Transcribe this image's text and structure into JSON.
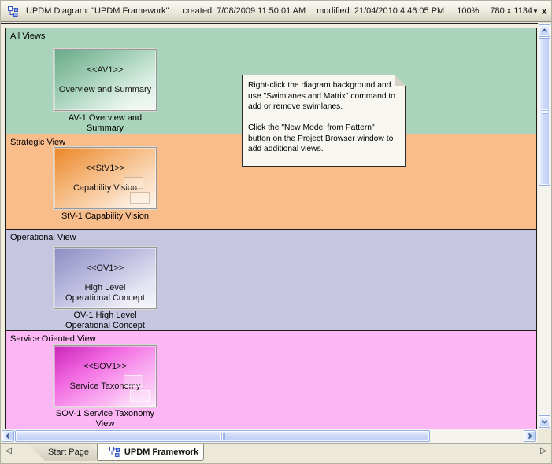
{
  "header": {
    "title": "UPDM Diagram: \"UPDM Framework\"",
    "created": "created: 7/08/2009 11:50:01 AM",
    "modified": "modified: 21/04/2010 4:46:05 PM",
    "zoom_level": "100%",
    "canvas_size": "780 x 1134",
    "dropdown_glyph": "▼",
    "close_glyph": "x"
  },
  "lanes": [
    {
      "label": "All Views",
      "bg": "#a9d3ba",
      "element": {
        "stereotype": "<<AV1>>",
        "name": "Overview and Summary",
        "gradient_from": "#69a98a",
        "gradient_to": "#f0f8f3"
      },
      "caption": "AV-1 Overview and\nSummary"
    },
    {
      "label": "Strategic View",
      "bg": "#f9bd8c",
      "element": {
        "stereotype": "<<StV1>>",
        "name": "Capability Vision",
        "gradient_from": "#ea8728",
        "gradient_to": "#fdf2e7"
      },
      "caption": "StV-1 Capability Vision"
    },
    {
      "label": "Operational View",
      "bg": "#c6c6e1",
      "element": {
        "stereotype": "<<OV1>>",
        "name": "High Level\nOperational Concept",
        "gradient_from": "#8d8cc2",
        "gradient_to": "#f2f2fa"
      },
      "caption": "OV-1 High Level\nOperational Concept"
    },
    {
      "label": "Service Oriented View",
      "bg": "#fbb6f3",
      "element": {
        "stereotype": "<<SOV1>>",
        "name": "Service Taxonomy",
        "gradient_from": "#c924b8",
        "gradient_to": "#fce4f9"
      },
      "caption": "SOV-1 Service Taxonomy\nView"
    }
  ],
  "note": {
    "text": "Right-click the diagram background and\nuse \"Swimlanes and Matrix\" command to\nadd or remove swimlanes.\n\nClick the \"New Model from Pattern\"\nbutton on the Project Browser window to\nadd additional views."
  },
  "tabs": {
    "nav_left_glyph": "◁",
    "nav_right_glyph": "▷",
    "items": [
      {
        "label": "Start Page",
        "active": false
      },
      {
        "label": "UPDM Framework",
        "active": true
      }
    ]
  },
  "colors": {
    "chrome_bg": "#ece9d8",
    "canvas_bg": "#f1eee0",
    "lane_border": "#1c1c1c",
    "scrollbar_accent": "#95aede"
  }
}
